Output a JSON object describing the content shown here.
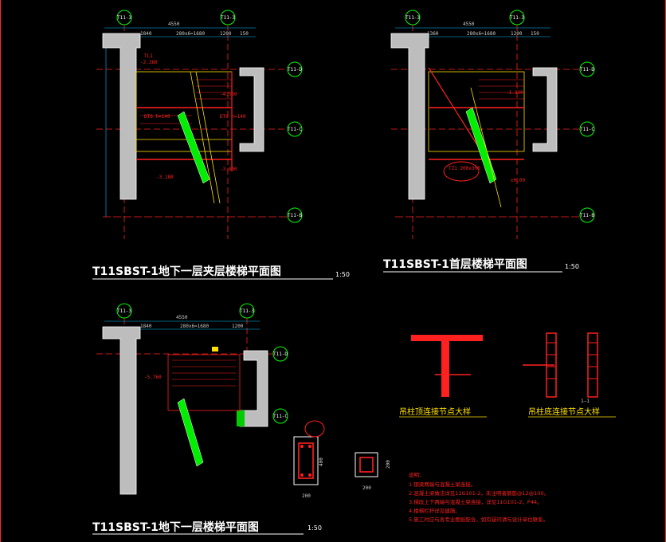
{
  "plans": [
    {
      "title": "T11SBST-1地下一层夹层楼梯平面图",
      "scale": "1:50"
    },
    {
      "title": "T11SBST-1首层楼梯平面图",
      "scale": "1:50"
    },
    {
      "title": "T11SBST-1地下一层楼梯平面图",
      "scale": "1:50"
    }
  ],
  "grid_labels": {
    "col_a": "T11-3",
    "col_b": "T11-3",
    "row_d": "T11-D",
    "row_c": "T11-C",
    "row_b": "T11-B"
  },
  "dims_top": {
    "total": "4550",
    "left": "1840",
    "stair": "280x6=1680",
    "right": "1200",
    "end": "150"
  },
  "dims_top_2": {
    "total": "4550",
    "left": "1360",
    "stair": "280x6=1680",
    "right": "1200",
    "end": "150"
  },
  "elevations": {
    "p1_a": "-2.380",
    "p1_b": "-4.530",
    "p1_c": "-3.180",
    "p1_d": "-3.800",
    "p2_a": "-1.230",
    "p2_b": "±0.00",
    "p3_a": "-5.760"
  },
  "details": [
    {
      "label": "吊柱顶连接节点大样"
    },
    {
      "label": "吊柱底连接节点大样"
    }
  ],
  "section_dims": {
    "w1": "200",
    "h1": "400",
    "w2": "200",
    "h2": "200"
  },
  "section_mark": "1—1",
  "notes": {
    "heading": "说明：",
    "lines": [
      "1.钢梁两端与混凝土梁连接。",
      "2.混凝土梁做法详见11G101-2，未注明者钢筋@12@100。",
      "3.梯段上下两端与混凝土梁连接，详见11G101-2，P44。",
      "4.楼梯栏杆详见建施。",
      "5.施工时应与各专业图纸配合，如有疑问请与设计单位联系。"
    ]
  }
}
